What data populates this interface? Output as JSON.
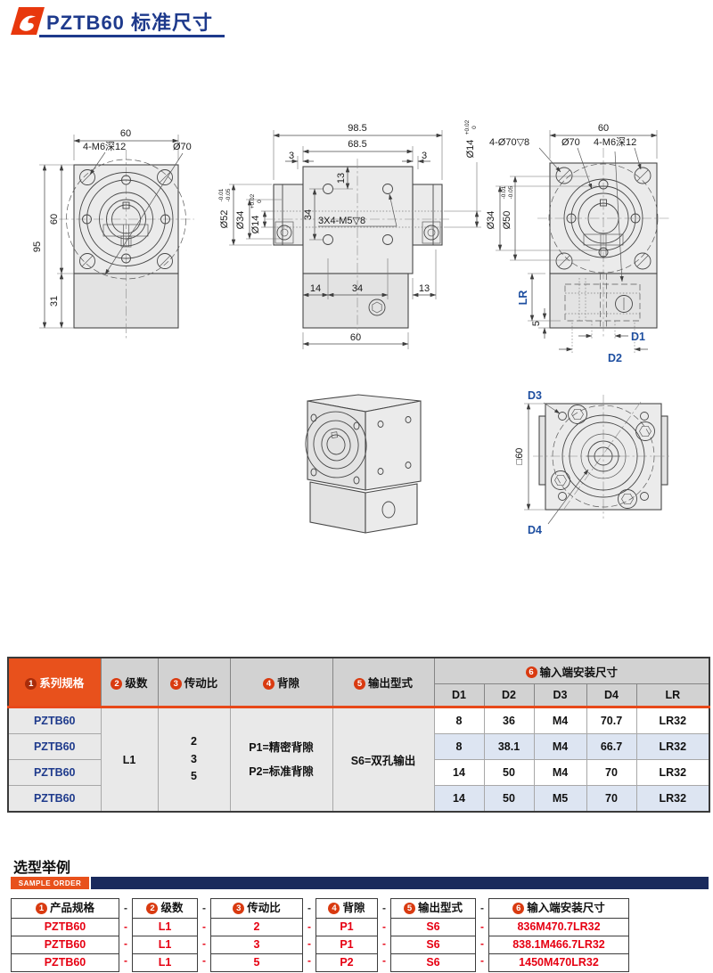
{
  "header": {
    "title": "PZTB60 标准尺寸"
  },
  "d": {
    "a_w": "60",
    "a_note": "4-M6深12",
    "a_d70": "Ø70",
    "a_h": "60",
    "a_H": "95",
    "a_h2": "31",
    "b_W": "98.5",
    "b_w": "68.5",
    "b_3l": "3",
    "b_3r": "3",
    "b_13t": "13",
    "b_34v": "34",
    "b_14": "14",
    "b_34h": "34",
    "b_13r": "13",
    "b_60": "60",
    "b_note": "3X4-M5▽8",
    "b_d52": "Ø52",
    "b_d52u": "-0.01",
    "b_d52d": "-0.05",
    "b_d34": "Ø34",
    "b_d14": "Ø14",
    "b_d14u": "+0.02",
    "b_d14d": "0",
    "b_rd14": "Ø14",
    "b_rd14u": "+0.02",
    "b_rd14d": "0",
    "c_w": "60",
    "c_note1": "4-Ø70▽8",
    "c_d70": "Ø70",
    "c_note2": "4-M6深12",
    "c_d34": "Ø34",
    "c_d50": "Ø50",
    "c_d50u": "-0.01",
    "c_d50d": "-0.05",
    "c_lr": "LR",
    "c_5": "5",
    "c_d1": "D1",
    "c_d2": "D2",
    "e_d3": "D3",
    "e_d4": "D4",
    "e_sq": "□60"
  },
  "spec": {
    "col_headers": [
      {
        "num": "1",
        "label": "系列规格"
      },
      {
        "num": "2",
        "label": "级数"
      },
      {
        "num": "3",
        "label": "传动比"
      },
      {
        "num": "4",
        "label": "背隙"
      },
      {
        "num": "5",
        "label": "输出型式"
      }
    ],
    "group_header": {
      "num": "6",
      "label": "输入端安装尺寸"
    },
    "sub_headers": [
      "D1",
      "D2",
      "D3",
      "D4",
      "LR"
    ],
    "series": [
      "PZTB60",
      "PZTB60",
      "PZTB60",
      "PZTB60"
    ],
    "stage": "L1",
    "ratios": [
      "2",
      "3",
      "5"
    ],
    "backlash": [
      "P1=精密背隙",
      "P2=标准背隙"
    ],
    "output": "S6=双孔输出",
    "rows": [
      [
        "8",
        "36",
        "M4",
        "70.7",
        "LR32"
      ],
      [
        "8",
        "38.1",
        "M4",
        "66.7",
        "LR32"
      ],
      [
        "14",
        "50",
        "M4",
        "70",
        "LR32"
      ],
      [
        "14",
        "50",
        "M5",
        "70",
        "LR32"
      ]
    ]
  },
  "sample": {
    "title": "选型举例",
    "tag": "SAMPLE ORDER",
    "sep": "-",
    "columns": [
      {
        "num": "1",
        "label": "产品规格",
        "values": [
          "PZTB60",
          "PZTB60",
          "PZTB60"
        ]
      },
      {
        "num": "2",
        "label": "级数",
        "values": [
          "L1",
          "L1",
          "L1"
        ]
      },
      {
        "num": "3",
        "label": "传动比",
        "values": [
          "2",
          "3",
          "5"
        ]
      },
      {
        "num": "4",
        "label": "背隙",
        "values": [
          "P1",
          "P1",
          "P2"
        ]
      },
      {
        "num": "5",
        "label": "输出型式",
        "values": [
          "S6",
          "S6",
          "S6"
        ]
      },
      {
        "num": "6",
        "label": "输入端安装尺寸",
        "values": [
          "836M470.7LR32",
          "838.1M466.7LR32",
          "1450M470LR32"
        ]
      }
    ]
  }
}
